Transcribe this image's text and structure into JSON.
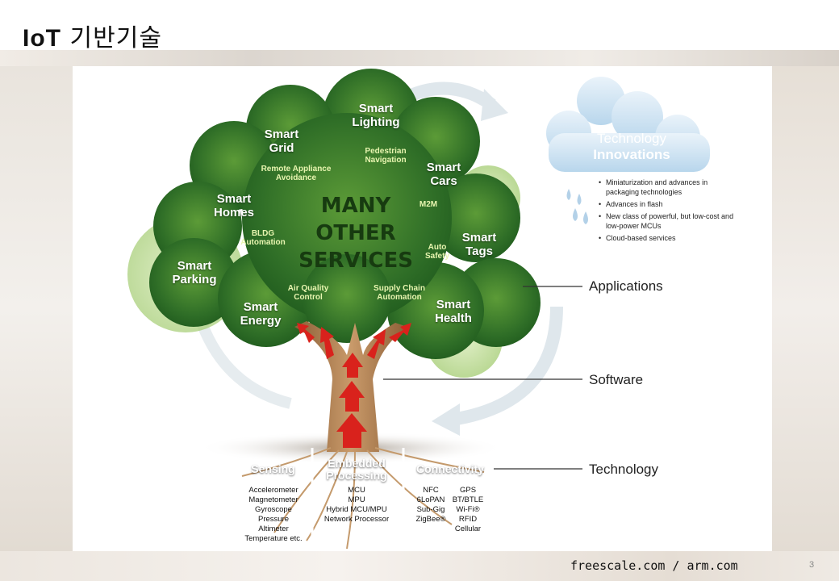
{
  "slide": {
    "title_bold": "IoT",
    "title_rest": " 기반기술",
    "footer": "freescale.com / arm.com",
    "page_number": "3"
  },
  "tree": {
    "center": [
      "MANY",
      "OTHER",
      "SERVICES"
    ],
    "services": [
      {
        "line1": "Smart",
        "line2": "Lighting"
      },
      {
        "line1": "Smart",
        "line2": "Grid"
      },
      {
        "line1": "Smart",
        "line2": "Cars"
      },
      {
        "line1": "Smart",
        "line2": "Homes"
      },
      {
        "line1": "Smart",
        "line2": "Tags"
      },
      {
        "line1": "Smart",
        "line2": "Parking"
      },
      {
        "line1": "Smart",
        "line2": "Energy"
      },
      {
        "line1": "Smart",
        "line2": "Health"
      }
    ],
    "sub_services": [
      {
        "line1": "Pedestrian",
        "line2": "Navigation"
      },
      {
        "line1": "Remote Appliance",
        "line2": "Avoidance"
      },
      {
        "line1": "M2M",
        "line2": ""
      },
      {
        "line1": "BLDG",
        "line2": "Automation"
      },
      {
        "line1": "Auto",
        "line2": "Safety"
      },
      {
        "line1": "Air Quality",
        "line2": "Control"
      },
      {
        "line1": "Supply Chain",
        "line2": "Automation"
      }
    ]
  },
  "cloud": {
    "title_line1": "Technology",
    "title_line2": "Innovations",
    "bullets": [
      "Miniaturization and advances in packaging technologies",
      "Advances in flash",
      "New class of powerful, but low-cost and low-power MCUs",
      "Cloud-based services"
    ]
  },
  "side_labels": {
    "applications": "Applications",
    "software": "Software",
    "technology": "Technology"
  },
  "roots": {
    "sensing": {
      "heading": "Sensing",
      "items": [
        "Accelerometer",
        "Magnetometer",
        "Gyroscope",
        "Pressure",
        "Altimeter",
        "Temperature etc."
      ]
    },
    "processing": {
      "heading_line1": "Embedded",
      "heading_line2": "Processing",
      "items": [
        "MCU",
        "MPU",
        "Hybrid MCU/MPU",
        "Network Processor"
      ]
    },
    "connectivity": {
      "heading": "Connectivity",
      "col1": [
        "NFC",
        "6LoPAN",
        "Sub-Gig",
        "ZigBee®"
      ],
      "col2": [
        "GPS",
        "BT/BTLE",
        "Wi-Fi®",
        "RFID",
        "Cellular"
      ]
    }
  },
  "colors": {
    "canopy_dark": "#2e6b26",
    "canopy_light": "#7fb848",
    "trunk": "#b98a5c",
    "arrow_red": "#d9221c",
    "cloud_blue": "#c8dff0",
    "leader_line": "#333333"
  }
}
